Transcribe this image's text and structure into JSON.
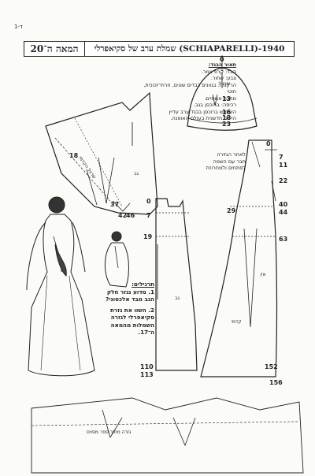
{
  "page": {
    "page_number": "ד-1"
  },
  "header": {
    "chapter": "המאה ה־20",
    "title": "1940-(SCHIAPARELLI) שמלת ערב של סקיאפרלי"
  },
  "description": {
    "heading": "תאור הבגד:",
    "lines": [
      "הבד: קרפ צמר.",
      "צבע: שחור.",
      "הרקמה: בגוונים כבדים שונים, חרוזי־זכוכית, חוטי",
      "מתכת אמתיים.",
      "רכיסה: ברוכסן בגב.",
      "השימוש ברוכסן בבגד ערב עדיין",
      "הייתה חדשנית בעולם האופנה."
    ]
  },
  "pattern_notes": {
    "cut_note": [
      "לאחר הגזירה",
      "חבר עם השפה",
      "לפתחים ולמחרוזת"
    ]
  },
  "questions": {
    "heading": "תרגילים:",
    "q1": [
      "1. מדוע נגזר חלק",
      "הגב מבד אלכסוני?"
    ],
    "q2": [
      "2. השוו את גזרת",
      "סקיאפרלי לגזרה",
      "השמלות מהמאה",
      "ה־17."
    ]
  },
  "labels": {
    "sleeve": "שרוול",
    "front": "גב",
    "back": "אין",
    "skirt": "קדמי",
    "yoke": "שרוול הקדמי",
    "bottom_note": "גזרה מתוך ספר מסוים"
  },
  "numbers": {
    "sleeve": [
      "0",
      "13",
      "16",
      "18",
      "23"
    ],
    "bodice": [
      "18",
      "37",
      "42",
      "46"
    ],
    "front_panel": [
      "0",
      "7",
      "19",
      "110",
      "113"
    ],
    "back_panel": [
      "0",
      "7",
      "11",
      "22",
      "29",
      "40",
      "44",
      "63",
      "152",
      "156"
    ]
  }
}
